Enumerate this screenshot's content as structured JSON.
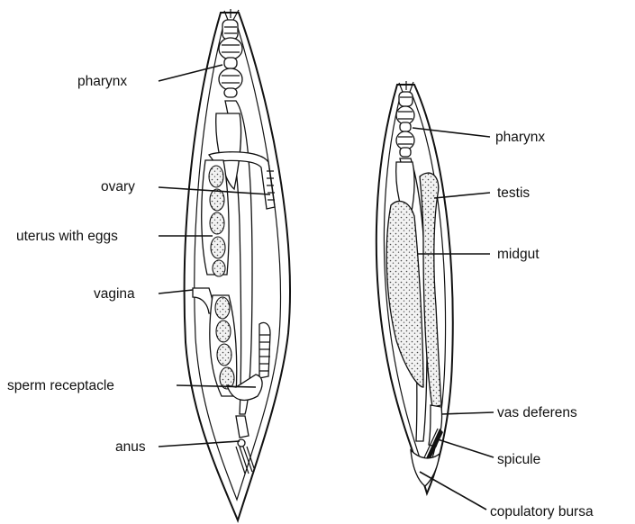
{
  "female_labels": {
    "pharynx": "pharynx",
    "ovary": "ovary",
    "uterus": "uterus with eggs",
    "vagina": "vagina",
    "sperm_receptacle": "sperm receptacle",
    "anus": "anus"
  },
  "male_labels": {
    "pharynx": "pharynx",
    "testis": "testis",
    "midgut": "midgut",
    "vas_deferens": "vas deferens",
    "spicule": "spicule",
    "copulatory_bursa": "copulatory bursa"
  }
}
